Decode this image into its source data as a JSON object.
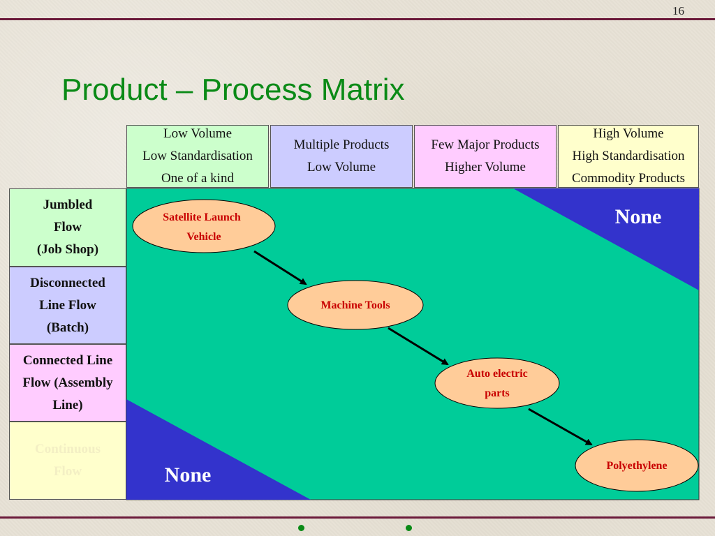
{
  "page_number": "16",
  "title": "Product – Process Matrix",
  "column_headers": [
    {
      "lines": [
        "Low Volume",
        "Low Standardisation",
        "One of a kind"
      ],
      "color": "#ccffcc"
    },
    {
      "lines": [
        "Multiple Products",
        "Low Volume"
      ],
      "color": "#ccccff"
    },
    {
      "lines": [
        "Few Major Products",
        "Higher Volume"
      ],
      "color": "#ffccff"
    },
    {
      "lines": [
        "High Volume",
        "High Standardisation",
        "Commodity Products"
      ],
      "color": "#ffffcc"
    }
  ],
  "row_headers": [
    {
      "lines": [
        "Jumbled",
        "Flow",
        "(Job Shop)"
      ],
      "color": "#ccffcc"
    },
    {
      "lines": [
        "Disconnected",
        "Line Flow",
        "(Batch)"
      ],
      "color": "#ccccff"
    },
    {
      "lines": [
        "Connected Line",
        "Flow (Assembly",
        "Line)"
      ],
      "color": "#ffccff"
    },
    {
      "lines": [
        "Continuous",
        "Flow"
      ],
      "color": "#ffffcc"
    }
  ],
  "matrix": {
    "fill_color": "#00cc99",
    "none_region_color": "#3333cc",
    "none_label": "None",
    "products": [
      {
        "lines": [
          "Satellite Launch",
          "Vehicle"
        ]
      },
      {
        "lines": [
          "Machine Tools"
        ]
      },
      {
        "lines": [
          "Auto electric",
          "parts"
        ]
      },
      {
        "lines": [
          "Polyethylene"
        ]
      }
    ],
    "ellipse_color": "#ffcc99",
    "label_color": "#c80000"
  }
}
